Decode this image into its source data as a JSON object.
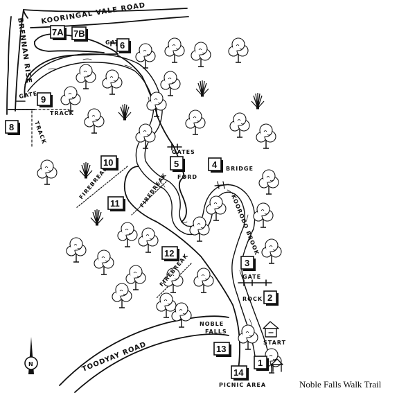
{
  "caption": "Noble Falls Walk Trail",
  "roads": {
    "kooringal": "KOORINGAL VALE ROAD",
    "brennan": "BRENNAN RISE",
    "toodyay": "TOODYAY ROAD"
  },
  "labels": {
    "gate_top": "GATE",
    "gate_left": "GATE",
    "track_top": "TRACK",
    "track_left": "TRACK",
    "gates": "GATES",
    "ford": "FORD",
    "bridge": "BRIDGE",
    "kooroodo_brook": "KOORODO BROOK",
    "firebreak_1": "FIREBREAK",
    "firebreak_2": "FIREBREAK",
    "firebreak_3": "FIREBREAK",
    "gate_right": "GATE",
    "rock": "ROCK",
    "noble": "NOBLE",
    "falls": "FALLS",
    "start": "START",
    "picnic_area": "PICNIC AREA",
    "north": "N"
  },
  "markers": {
    "m1": "1",
    "m2": "2",
    "m3": "3",
    "m4": "4",
    "m5": "5",
    "m6": "6",
    "m7a": "7A",
    "m7b": "7B",
    "m8": "8",
    "m9": "9",
    "m10": "10",
    "m11": "11",
    "m12": "12",
    "m13": "13",
    "m14": "14"
  }
}
